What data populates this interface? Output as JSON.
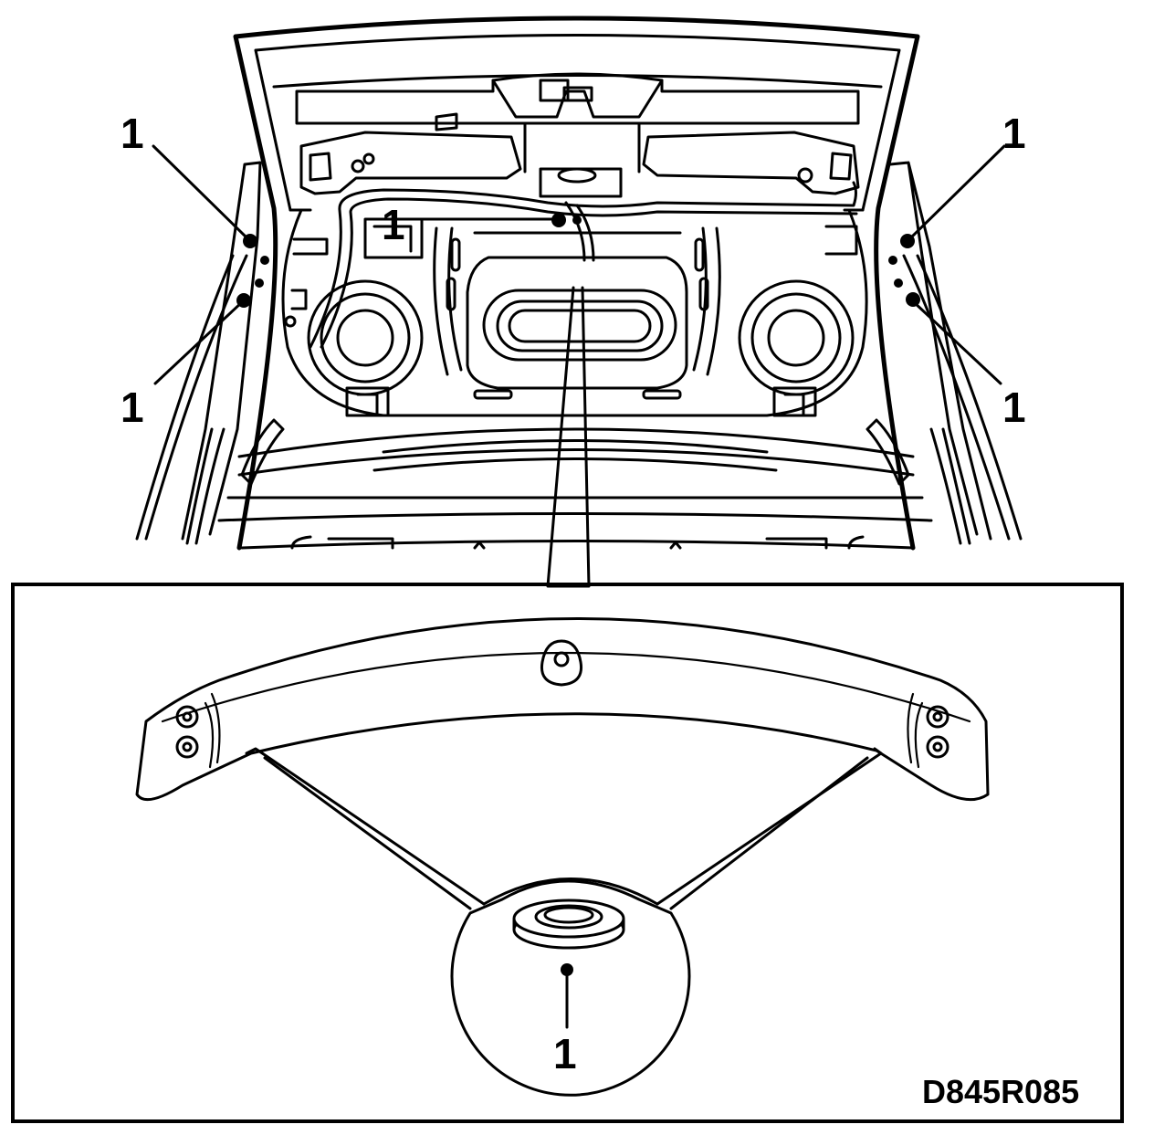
{
  "diagram": {
    "figure_code": "D845R085",
    "callouts": [
      {
        "id": "top-left",
        "label": "1"
      },
      {
        "id": "bottom-left",
        "label": "1"
      },
      {
        "id": "center",
        "label": "1"
      },
      {
        "id": "top-right",
        "label": "1"
      },
      {
        "id": "bottom-right",
        "label": "1"
      },
      {
        "id": "detail",
        "label": "1"
      }
    ]
  }
}
